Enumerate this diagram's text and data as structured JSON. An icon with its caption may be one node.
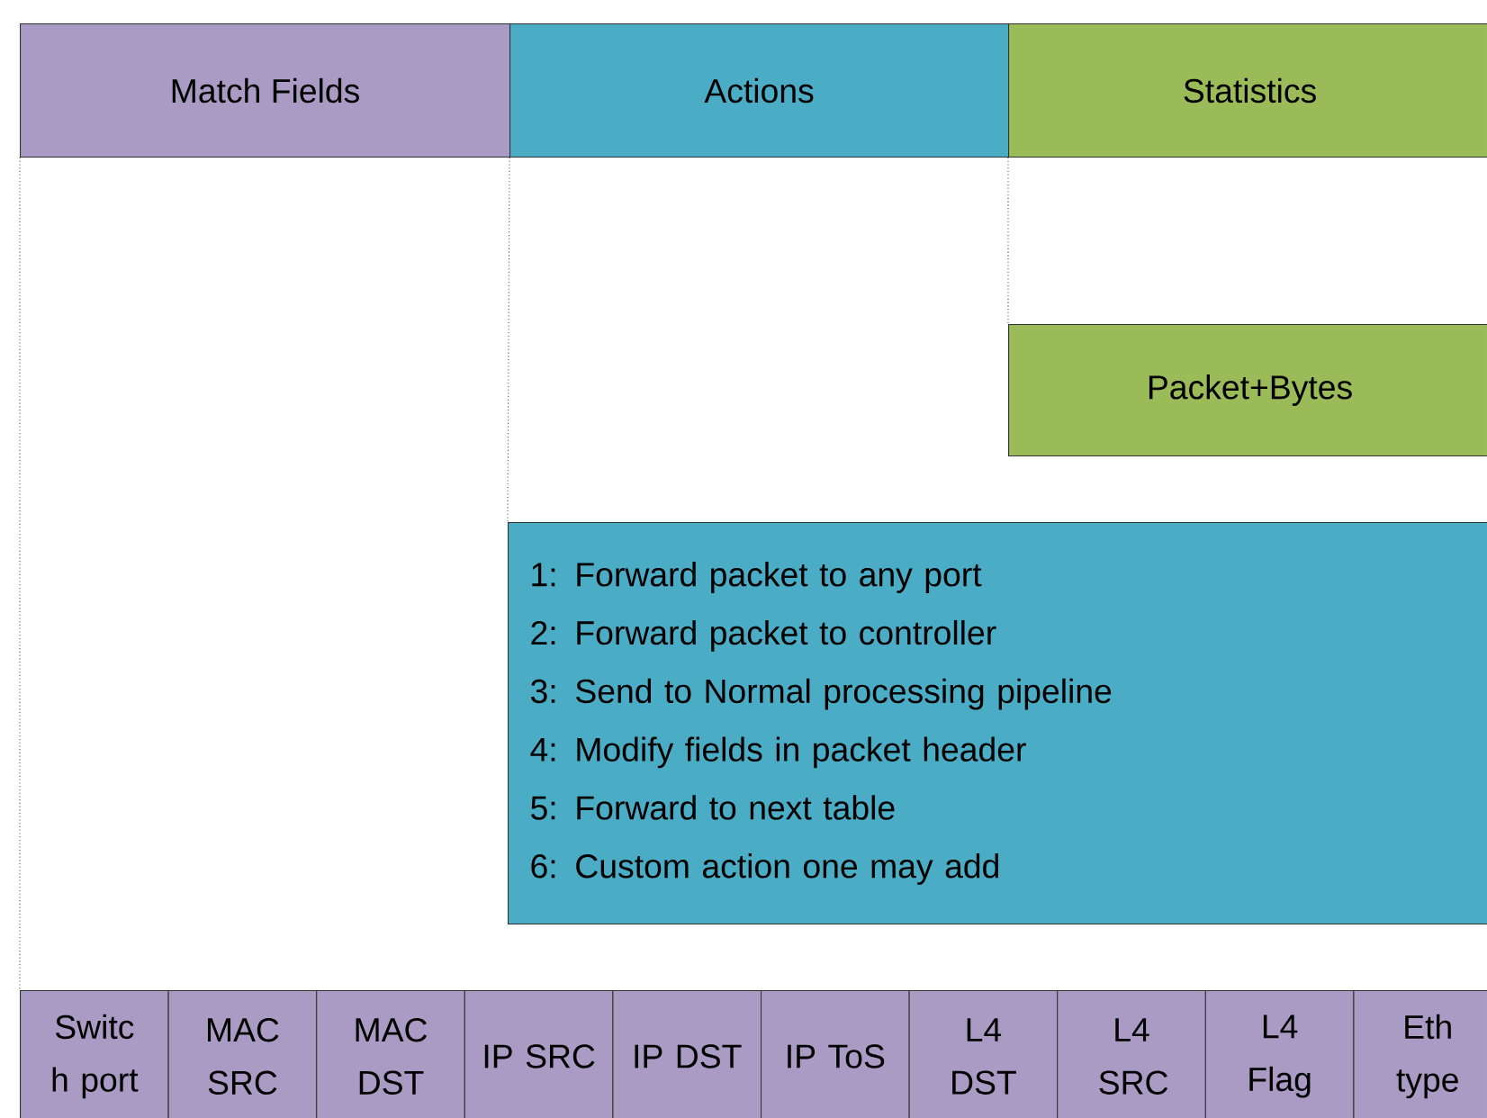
{
  "diagram": {
    "nodes": [
      {
        "text": [
          "Match Fields"
        ]
      },
      {
        "text": [
          "Actions"
        ]
      },
      {
        "text": [
          "Statistics"
        ]
      },
      {
        "text": [
          "Packet+Bytes"
        ]
      },
      {
        "text": [
          "1: Forward packet to any port",
          "2: Forward packet to controller",
          "3: Send to Normal processing pipeline",
          "4: Modify fields in packet header",
          "5: Forward to next table",
          "6: Custom action one may add"
        ]
      },
      {
        "text": [
          "Switc h port"
        ]
      },
      {
        "text": [
          "MAC SRC"
        ]
      },
      {
        "text": [
          "MAC DST"
        ]
      },
      {
        "text": [
          "IP SRC"
        ]
      },
      {
        "text": [
          "IP DST"
        ]
      },
      {
        "text": [
          "IP ToS"
        ]
      },
      {
        "text": [
          "L4 DST"
        ]
      },
      {
        "text": [
          "L4 SRC"
        ]
      },
      {
        "text": [
          "L4 Flag"
        ]
      },
      {
        "text": [
          "Eth type"
        ]
      }
    ],
    "edges": [
      {
        "from": 0,
        "to": 5,
        "arrow": "none",
        "style": "dashed"
      },
      {
        "from": 1,
        "to": 4,
        "arrow": "none",
        "style": "dashed"
      },
      {
        "from": 2,
        "to": 3,
        "arrow": "none",
        "style": "dashed"
      }
    ]
  }
}
